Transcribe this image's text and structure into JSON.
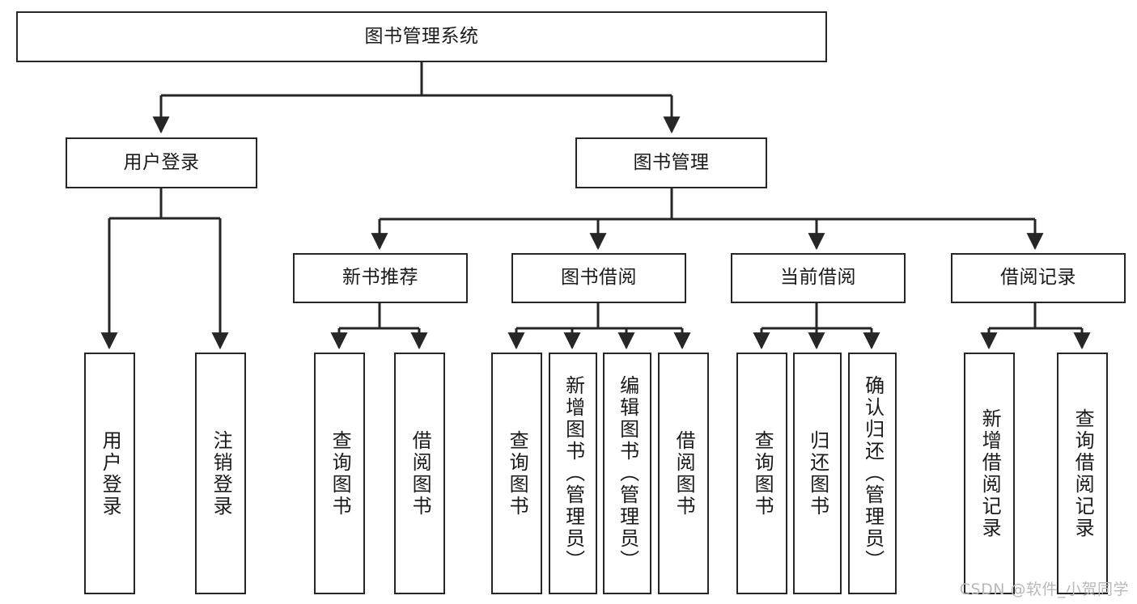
{
  "diagram": {
    "type": "tree",
    "title": "图书管理系统",
    "watermark": "CSDN @软件_小贺同学",
    "colors": {
      "stroke": "#262626",
      "node_fill": "#ffffff",
      "text": "#1a1a1a",
      "background": "#ffffff",
      "watermark": "#b9b9b9"
    },
    "nodes": {
      "root": {
        "label": "图书管理系统"
      },
      "level2": [
        {
          "label": "用户登录"
        },
        {
          "label": "图书管理"
        }
      ],
      "level3": [
        {
          "label": "新书推荐"
        },
        {
          "label": "图书借阅"
        },
        {
          "label": "当前借阅"
        },
        {
          "label": "借阅记录"
        }
      ],
      "leaves": {
        "user_login": [
          {
            "label": "用户登录"
          },
          {
            "label": "注销登录"
          }
        ],
        "new_book_recommend": [
          {
            "label": "查询图书"
          },
          {
            "label": "借阅图书"
          }
        ],
        "book_borrow": [
          {
            "label": "查询图书"
          },
          {
            "label": "新增图书（管理员）"
          },
          {
            "label": "编辑图书（管理员）"
          },
          {
            "label": "借阅图书"
          }
        ],
        "current_borrow": [
          {
            "label": "查询图书"
          },
          {
            "label": "归还图书"
          },
          {
            "label": "确认归还（管理员）"
          }
        ],
        "borrow_record": [
          {
            "label": "新增借阅记录"
          },
          {
            "label": "查询借阅记录"
          }
        ]
      }
    }
  }
}
